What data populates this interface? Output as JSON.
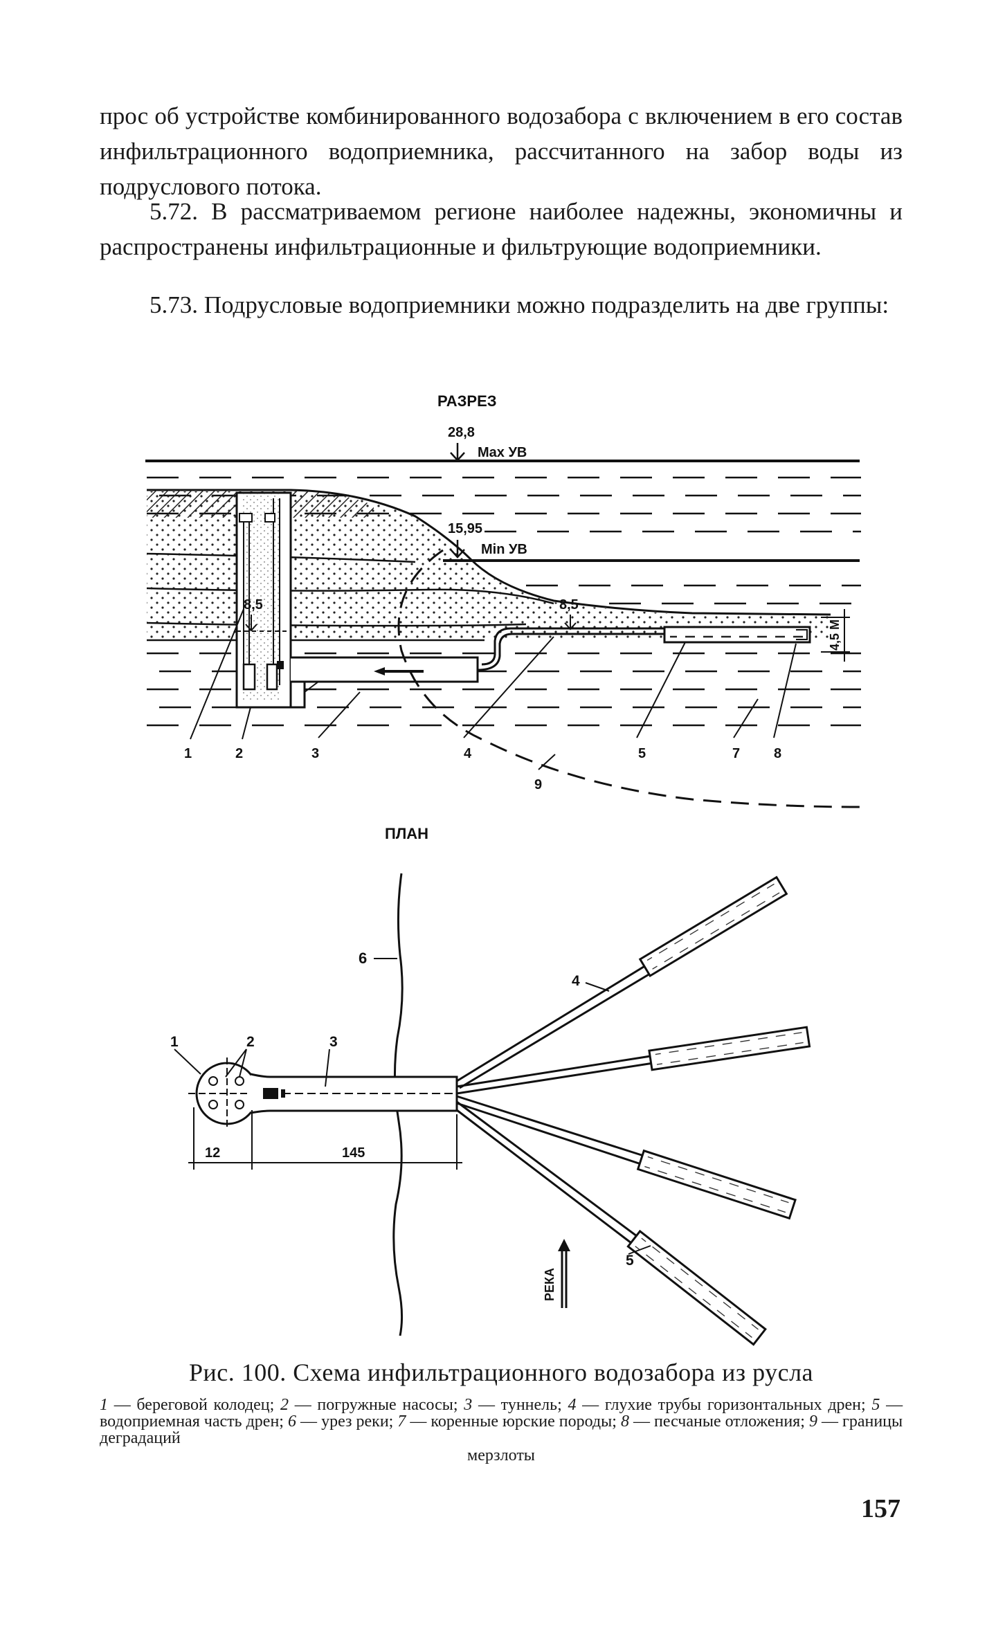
{
  "text": {
    "para1": "прос об устройстве комбинированного водозабора с включением в его состав инфильтрационного водоприемника, рассчитанного на забор воды из подруслового потока.",
    "para2": "5.72. В рассматриваемом регионе наиболее надежны, экономичны и распространены инфильтрационные и фильтрующие водоприемники.",
    "para3": "5.73. Подрусловые водоприемники можно подразделить на две группы:"
  },
  "figure": {
    "section_title": "РАЗРЕЗ",
    "plan_title": "ПЛАН",
    "max_level_value": "28,8",
    "max_level_label": "Max УВ",
    "min_level_value": "15,95",
    "min_level_label": "Min УВ",
    "mark_left": "8,5",
    "mark_right": "8,5",
    "thickness": "4,5 М",
    "section_labels": [
      "1",
      "2",
      "3",
      "4",
      "5",
      "7",
      "8",
      "9"
    ],
    "plan_labels": {
      "riverbank": "6",
      "well": "1",
      "pumps": "2",
      "tunnel": "3",
      "pipe": "4",
      "intake": "5"
    },
    "dim_well": "12",
    "dim_tunnel": "145",
    "river_label": "РЕКА"
  },
  "caption": {
    "title": "Рис. 100. Схема инфильтрационного водозабора из русла",
    "legend": [
      {
        "num": "1",
        "text": "береговой колодец;"
      },
      {
        "num": "2",
        "text": "погружные насосы;"
      },
      {
        "num": "3",
        "text": "туннель;"
      },
      {
        "num": "4",
        "text": "глухие трубы горизонтальных дрен;"
      },
      {
        "num": "5",
        "text": "водоприемная часть дрен;"
      },
      {
        "num": "6",
        "text": "урез реки;"
      },
      {
        "num": "7",
        "text": "коренные юрские породы;"
      },
      {
        "num": "8",
        "text": "песчаные отложения;"
      },
      {
        "num": "9",
        "text": "границы деградаций"
      }
    ],
    "legend_tail": "мерзлоты"
  },
  "page_number": "157"
}
